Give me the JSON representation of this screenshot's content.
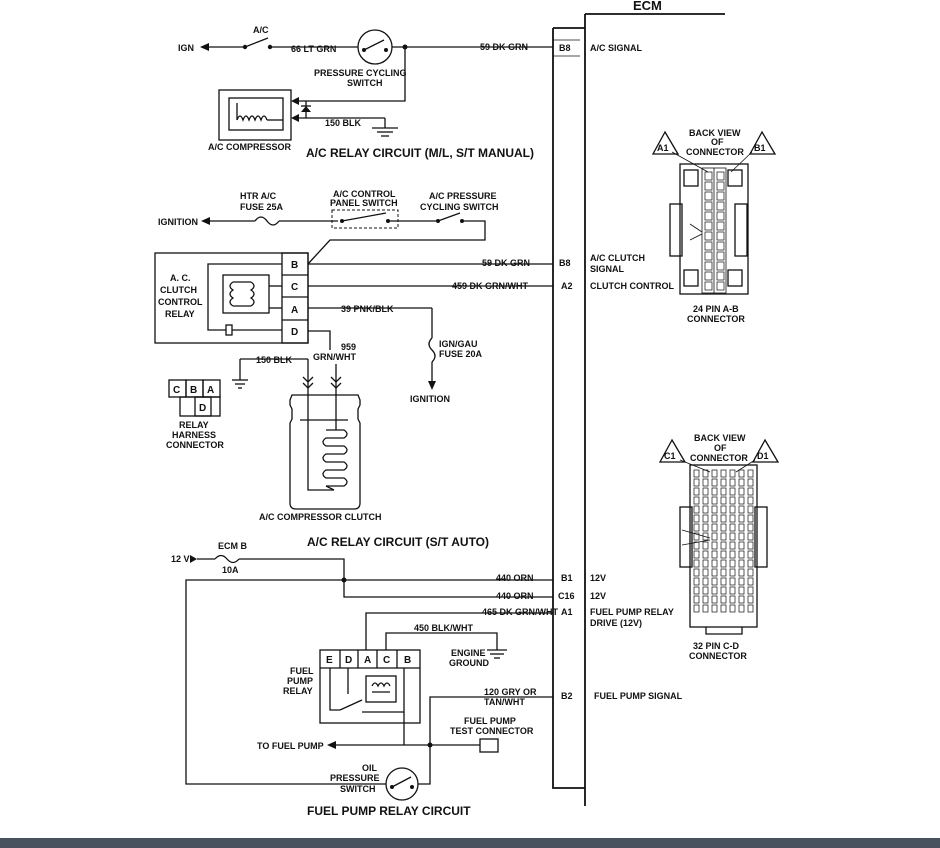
{
  "ecm": {
    "title": "ECM",
    "pins": {
      "b8_top": "B8",
      "b8_mid": "B8",
      "a2": "A2",
      "b1": "B1",
      "c16": "C16",
      "a1": "A1",
      "b2": "B2"
    },
    "signals": {
      "ac_signal": "A/C SIGNAL",
      "ac_clutch_1": "A/C CLUTCH",
      "ac_clutch_2": "SIGNAL",
      "clutch_control": "CLUTCH CONTROL",
      "v12_b1": "12V",
      "v12_c16": "12V",
      "fp_drive_1": "FUEL PUMP RELAY",
      "fp_drive_2": "DRIVE (12V)",
      "fp_signal": "FUEL PUMP SIGNAL"
    }
  },
  "ml_circuit": {
    "title": "A/C RELAY CIRCUIT (M/L, S/T MANUAL)",
    "ign": "IGN",
    "ac": "A/C",
    "wire_66": "66 LT GRN",
    "wire_59": "59 DK GRN",
    "pressure_switch_1": "PRESSURE CYCLING",
    "pressure_switch_2": "SWITCH",
    "wire_150": "150 BLK",
    "compressor": "A/C COMPRESSOR"
  },
  "auto_circuit": {
    "title": "A/C RELAY CIRCUIT (S/T AUTO)",
    "ignition_left": "IGNITION",
    "fuse_1": "HTR A/C",
    "fuse_2": "FUSE 25A",
    "panel_1": "A/C CONTROL",
    "panel_2": "PANEL SWITCH",
    "cyc_1": "A/C PRESSURE",
    "cyc_2": "CYCLING SWITCH",
    "relay_1": "A. C.",
    "relay_2": "CLUTCH",
    "relay_3": "CONTROL",
    "relay_4": "RELAY",
    "term_b": "B",
    "term_c": "C",
    "term_a": "A",
    "term_d": "D",
    "wire_59": "59 DK GRN",
    "wire_459": "459 DK GRN/WHT",
    "wire_39": "39 PNK/BLK",
    "wire_150": "150 BLK",
    "wire_959_1": "959",
    "wire_959_2": "GRN/WHT",
    "ign_fuse_1": "IGN/GAU",
    "ign_fuse_2": "FUSE 20A",
    "ignition_bottom": "IGNITION",
    "harness_c": "C",
    "harness_b": "B",
    "harness_a": "A",
    "harness_d": "D",
    "harness_1": "RELAY",
    "harness_2": "HARNESS",
    "harness_3": "CONNECTOR",
    "clutch": "A/C COMPRESSOR CLUTCH"
  },
  "connector_ab": {
    "title_1": "BACK VIEW",
    "title_2": "OF",
    "title_3": "CONNECTOR",
    "a1": "A1",
    "b1": "B1",
    "label_1": "24 PIN  A-B",
    "label_2": "CONNECTOR"
  },
  "connector_cd": {
    "title_1": "BACK VIEW",
    "title_2": "OF",
    "title_3": "CONNECTOR",
    "c1": "C1",
    "d1": "D1",
    "label_1": "32  PIN C-D",
    "label_2": "CONNECTOR"
  },
  "fuel_circuit": {
    "title": "FUEL PUMP RELAY CIRCUIT",
    "v12": "12 V",
    "ecm_b": "ECM B",
    "fuse_10a": "10A",
    "wire_440_a": "440 ORN",
    "wire_440_b": "440 ORN",
    "wire_465": "465 DK GRN/WHT",
    "wire_450": "450 BLK/WHT",
    "engine_1": "ENGINE",
    "engine_2": "GROUND",
    "relay_1": "FUEL",
    "relay_2": "PUMP",
    "relay_3": "RELAY",
    "term_e": "E",
    "term_d": "D",
    "term_a": "A",
    "term_c": "C",
    "term_b": "B",
    "wire_120_1": "120 GRY OR",
    "wire_120_2": "TAN/WHT",
    "test_1": "FUEL PUMP",
    "test_2": "TEST CONNECTOR",
    "to_pump": "TO FUEL PUMP",
    "oil_1": "OIL",
    "oil_2": "PRESSURE",
    "oil_3": "SWITCH"
  }
}
